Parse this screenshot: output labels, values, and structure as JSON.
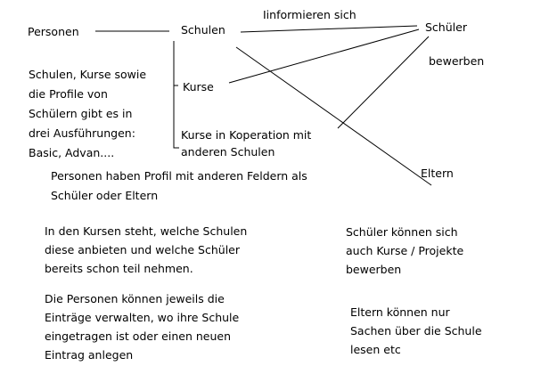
{
  "nodes": {
    "personen": "Personen",
    "schulen": "Schulen",
    "kurse": "Kurse",
    "kooperation": [
      "Kurse in Koperation mit",
      "anderen Schulen"
    ],
    "schueler": "Schüler",
    "eltern": "Eltern"
  },
  "edge_labels": {
    "informieren": "Iinformieren sich",
    "bewerben": "bewerben"
  },
  "notes": {
    "ausfuehrungen": [
      "Schulen, Kurse sowie",
      "die Profile von",
      "Schülern gibt es in",
      "drei Ausführungen:",
      "Basic, Advan...."
    ],
    "profil": [
      "Personen haben Profil mit anderen Feldern als",
      "Schüler oder Eltern"
    ],
    "kurse_info": [
      "In den Kursen steht, welche Schulen",
      "diese anbieten und welche Schüler",
      "bereits schon teil nehmen."
    ],
    "verwalten": [
      "Die Personen können jeweils die",
      "Einträge verwalten, wo ihre Schule",
      "eingetragen ist oder einen neuen",
      "Eintrag anlegen"
    ],
    "schueler_kurse": [
      "Schüler können sich",
      "auch Kurse / Projekte",
      "bewerben"
    ],
    "eltern_lesen": [
      "Eltern können nur",
      "Sachen über die Schule",
      "lesen etc"
    ]
  }
}
